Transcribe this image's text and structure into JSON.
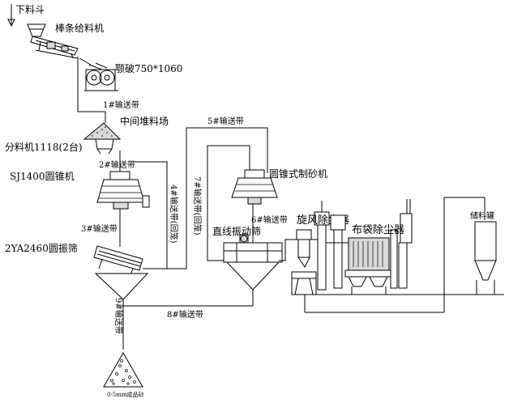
{
  "labels": {
    "hopper": "下料斗",
    "feeder": "棒条给料机",
    "jaw_crusher": "颚破750*1060",
    "belt1": "1#输送带",
    "stockpile": "中间堆料场",
    "splitter": "分料机1118(2台)",
    "belt2": "2#输送带",
    "cone_crusher": "SJ1400圆锥机",
    "belt3": "3#输送带",
    "screen": "2YA2460圆振筛",
    "belt4": "4#输送带(回笼)",
    "belt5": "5#输送带",
    "belt7": "7#输送带(回笼)",
    "sand_maker": "圆锥式制砂机",
    "belt6": "6#输送带",
    "linear_screen": "直线振动筛",
    "cyclone": "旋风除尘器",
    "bag_filter": "布袋除尘器",
    "silo": "储料罐",
    "belt9": "9#输送带",
    "belt8": "8#输送带",
    "product": "0-5mm成品砂"
  },
  "icons": {
    "hopper": "hopper-icon",
    "feeder": "vibrating-feeder-icon",
    "jaw_crusher": "jaw-crusher-icon",
    "stockpile": "stockpile-icon",
    "cone_crusher": "cone-crusher-icon",
    "screen": "vibrating-screen-icon",
    "sand_maker": "sand-maker-icon",
    "linear_screen": "linear-screen-icon",
    "cyclone": "cyclone-dust-collector-icon",
    "bag_filter": "bag-filter-icon",
    "silo": "silo-icon",
    "product": "sand-pile-icon"
  }
}
